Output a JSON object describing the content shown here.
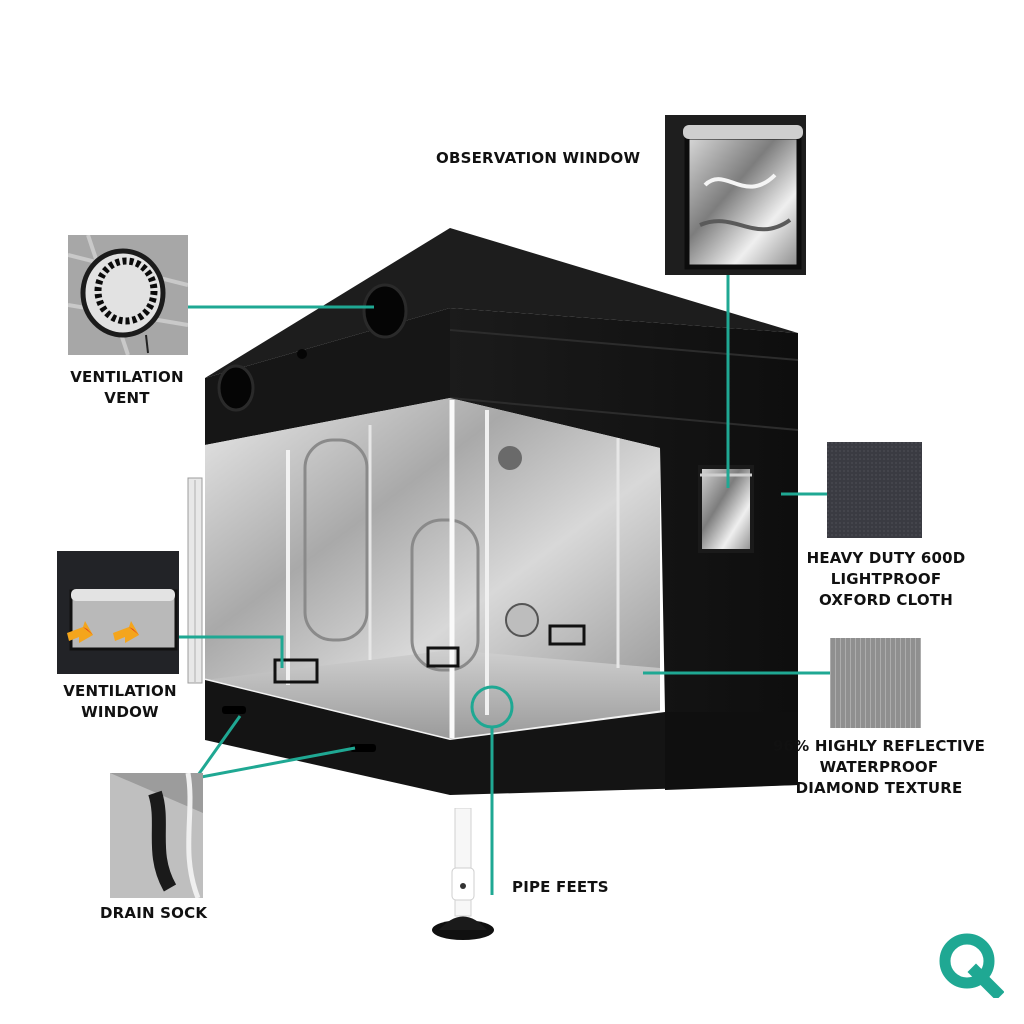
{
  "colors": {
    "accent": "#1fa893",
    "tent": "#141414",
    "label": "#111111",
    "background": "#ffffff"
  },
  "features": {
    "observation_window": [
      "OBSERVATION WINDOW"
    ],
    "ventilation_vent": [
      "VENTILATION",
      "VENT"
    ],
    "oxford_cloth": [
      "HEAVY DUTY 600D",
      "LIGHTPROOF",
      "OXFORD CLOTH"
    ],
    "ventilation_window": [
      "VENTILATION",
      "WINDOW"
    ],
    "reflective": [
      "96% HIGHLY REFLECTIVE",
      "WATERPROOF",
      "DIAMOND TEXTURE"
    ],
    "drain_sock": [
      "DRAIN SOCK"
    ],
    "pipe_feet": [
      "PIPE FEETS"
    ]
  },
  "logo": {
    "icon": "q-logo-icon",
    "color": "#1fa893"
  }
}
